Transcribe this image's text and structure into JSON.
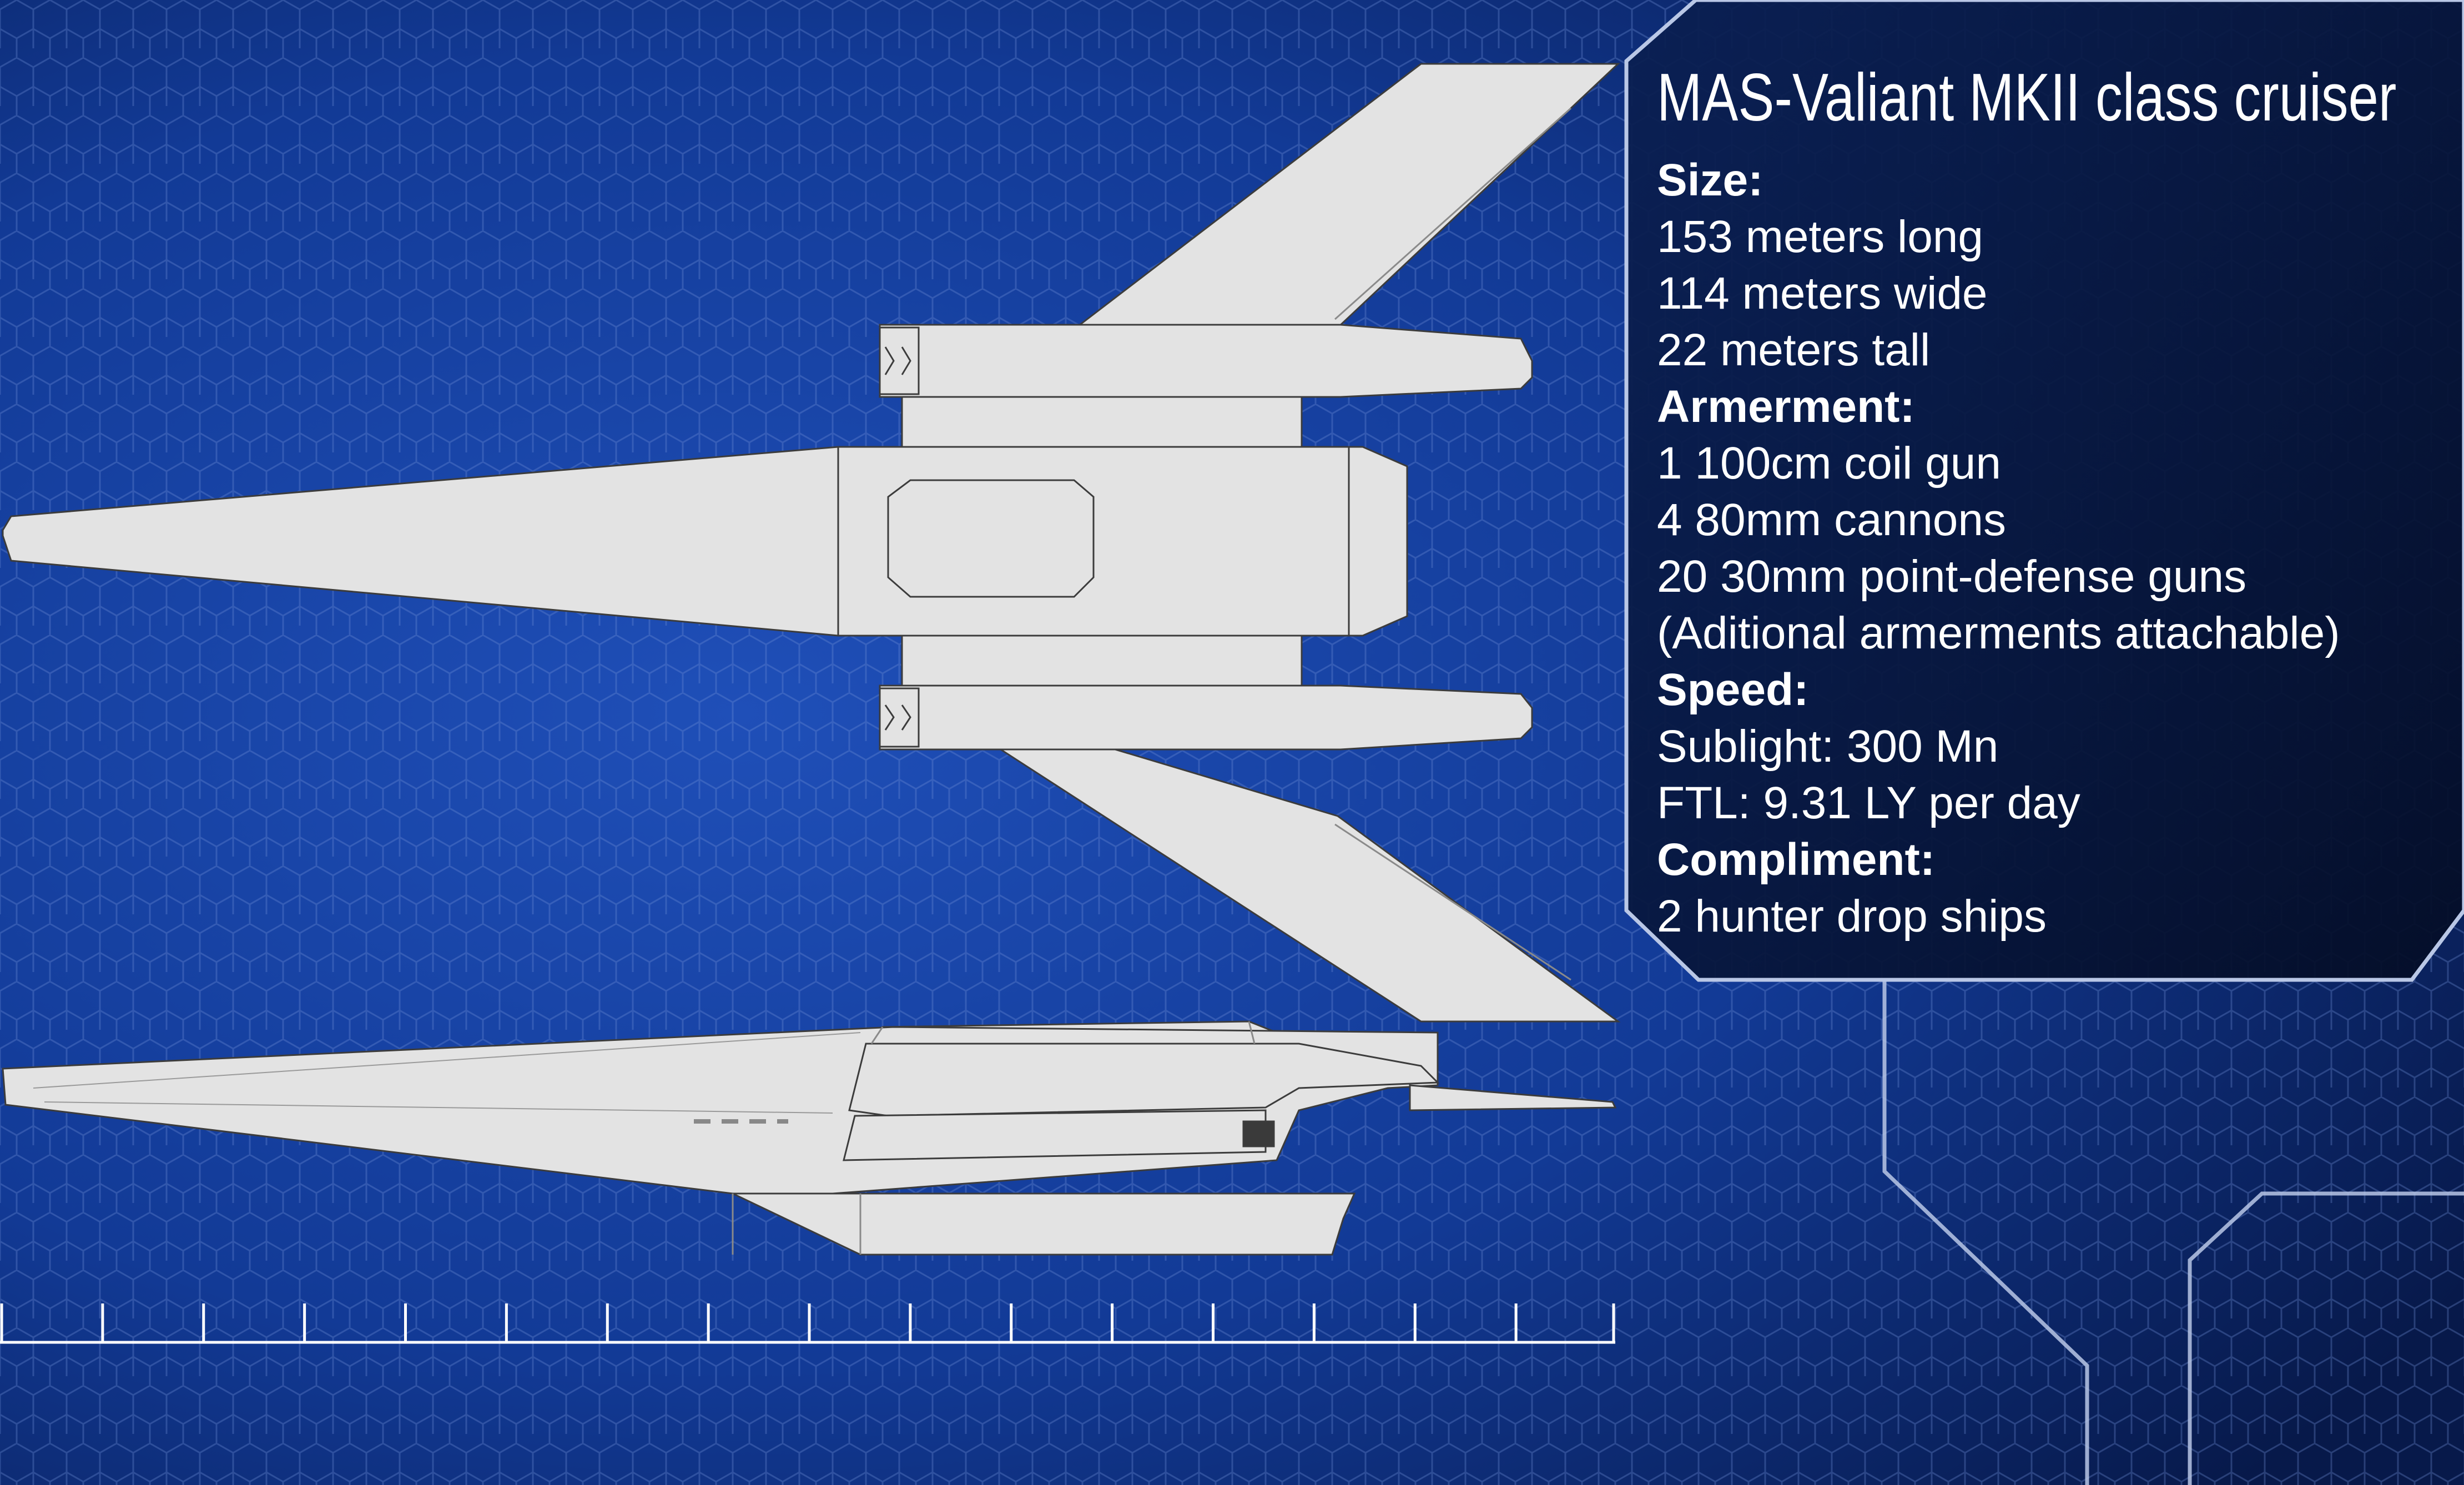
{
  "title": "MAS-Valiant MKII class cruiser",
  "specs": {
    "size_heading": "Size:",
    "size": [
      "153 meters long",
      "114 meters wide",
      "22 meters tall"
    ],
    "armament_heading": "Armerment:",
    "armament": [
      "1 100cm coil gun",
      "4 80mm cannons",
      "20 30mm point-defense guns",
      "(Aditional armerments attachable)"
    ],
    "speed_heading": "Speed:",
    "speed": [
      "Sublight: 300 Mn",
      "FTL: 9.31 LY per day"
    ],
    "compliment_heading": "Compliment:",
    "compliment": [
      "2 hunter drop ships"
    ]
  },
  "scale_bar": {
    "major_ticks": 16
  },
  "colors": {
    "background_center": "#1f4fb8",
    "background_edge": "#07194a",
    "grid_line": "#6f8fd8",
    "panel_fill": "#061538",
    "panel_stroke": "#b9c7e6",
    "hull_fill": "#e3e3e3",
    "hull_stroke": "#3c3c3c",
    "text": "#ffffff"
  }
}
